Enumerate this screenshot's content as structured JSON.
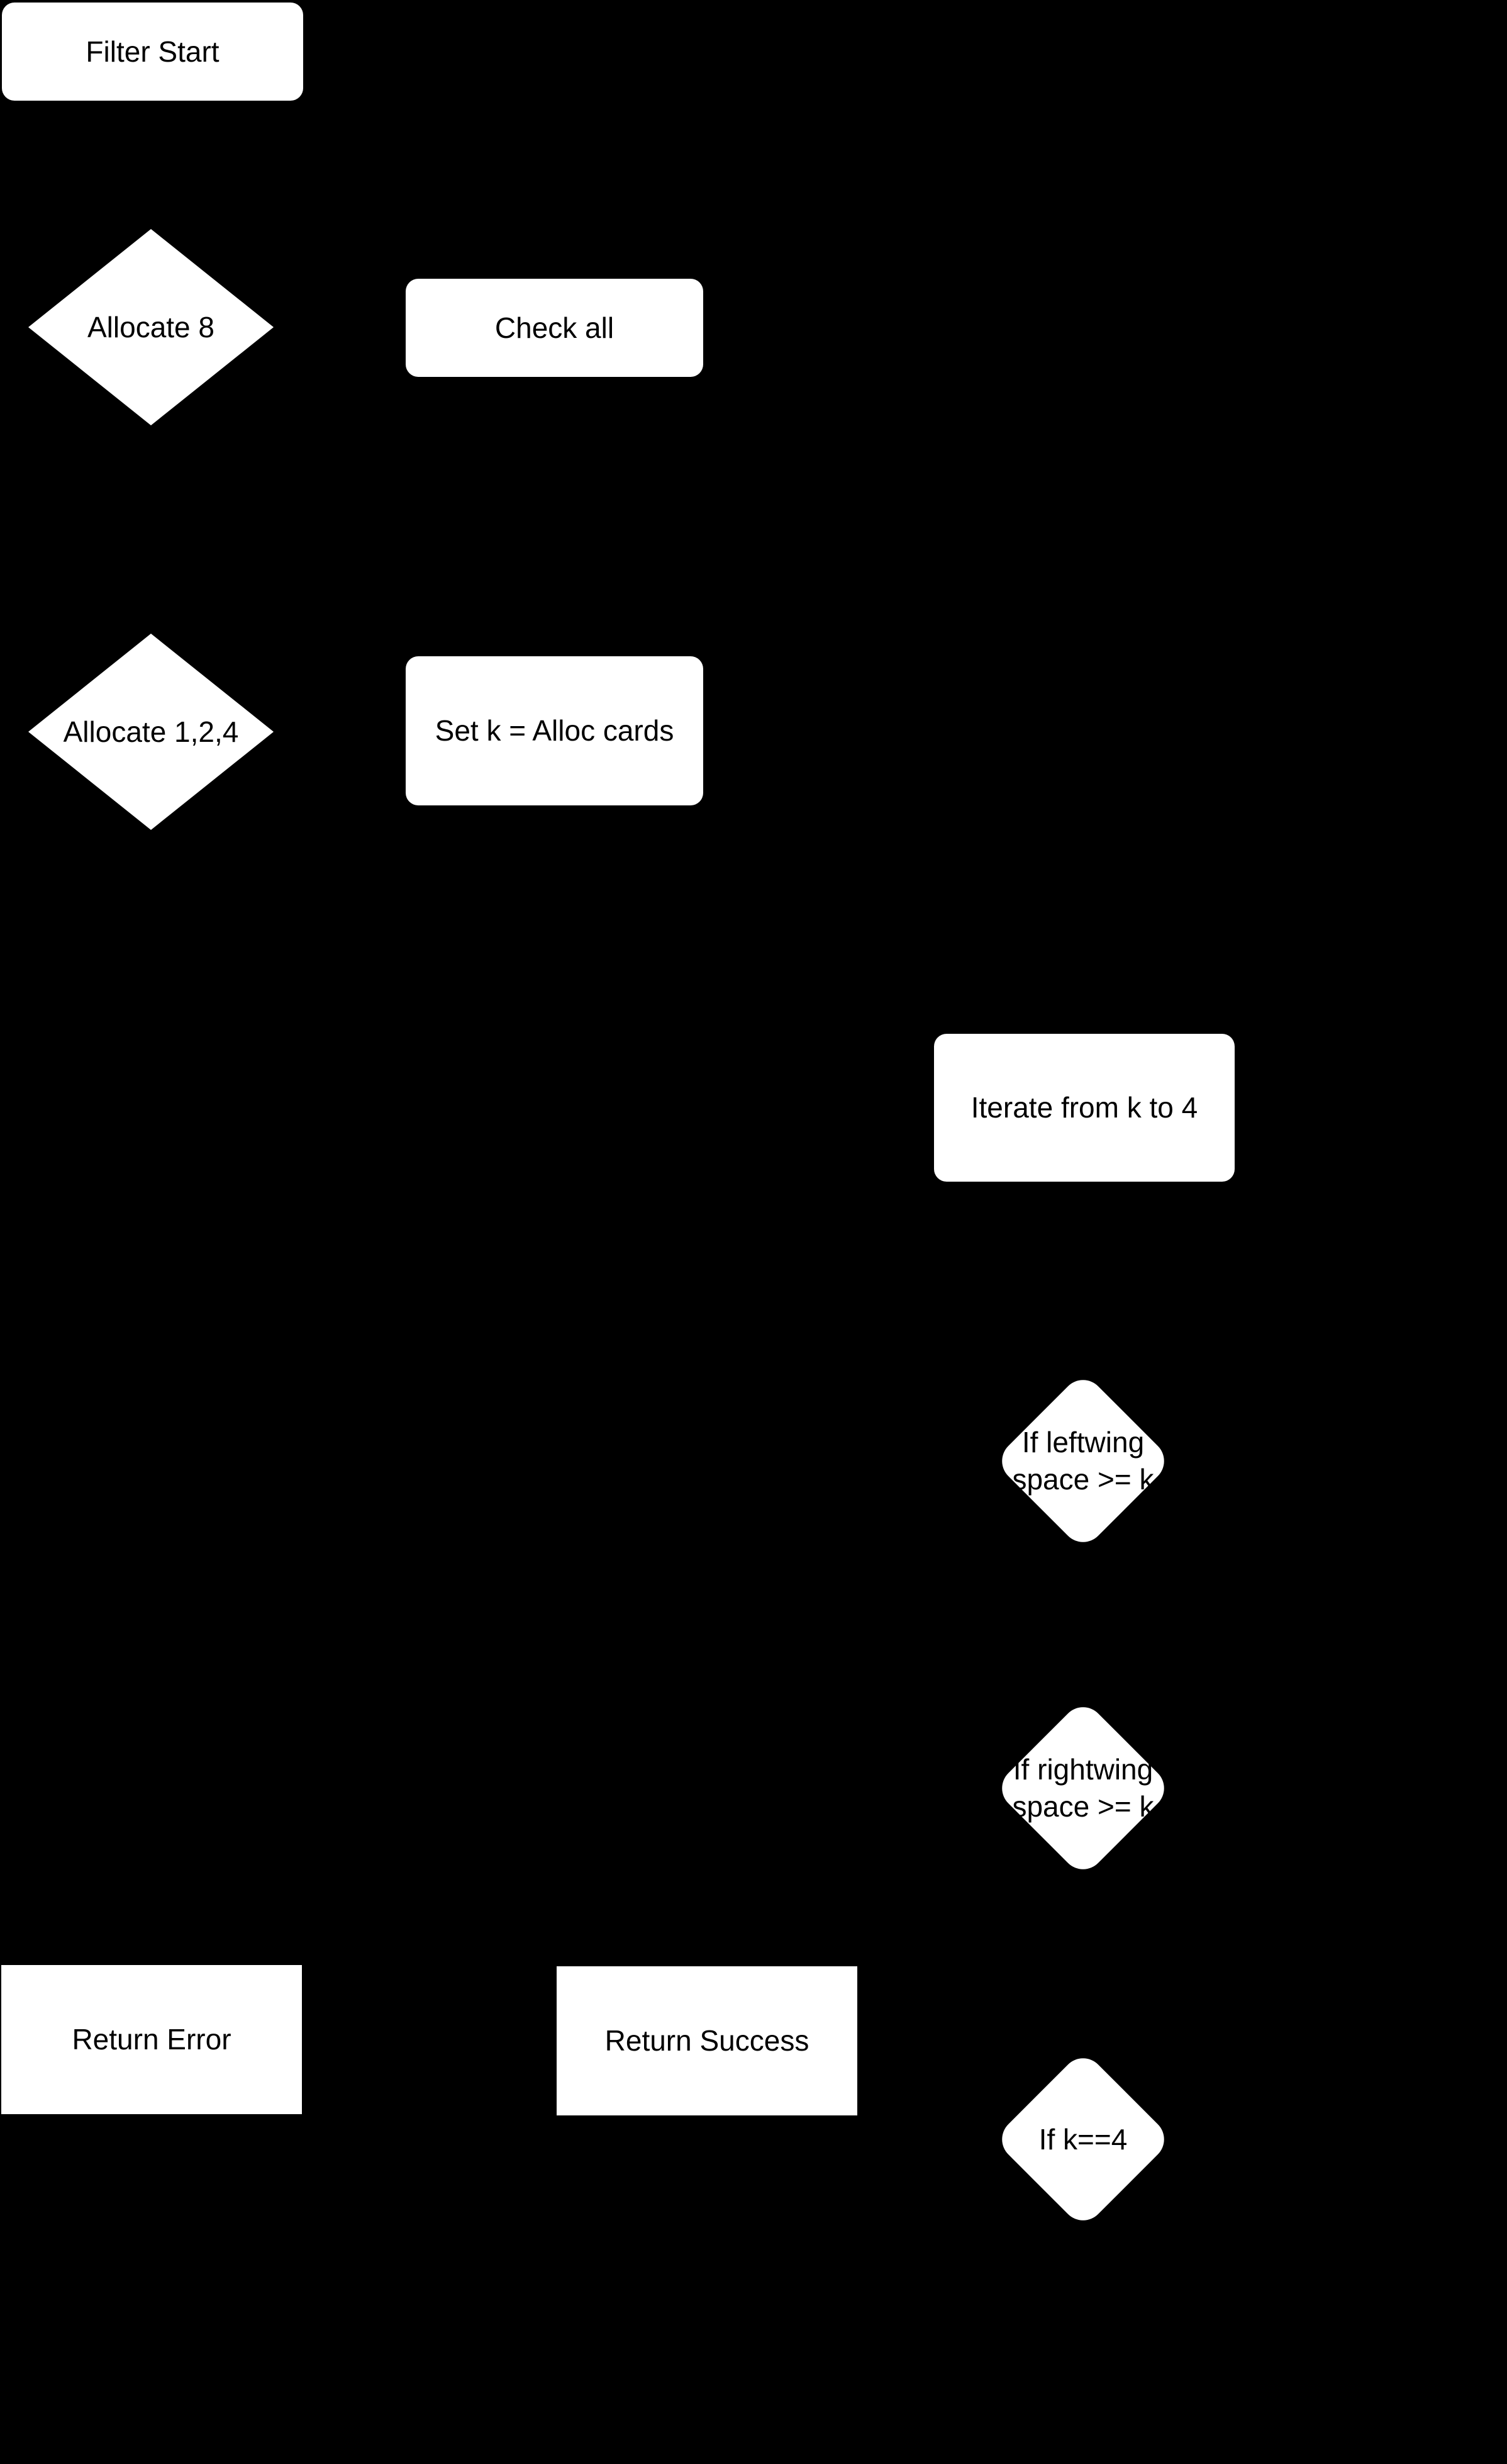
{
  "diagram": {
    "type": "flowchart",
    "background_color": "#000000",
    "node_fill_color": "#ffffff",
    "node_text_color": "#000000",
    "nodes": {
      "start": {
        "label": "Filter Start",
        "shape": "rounded-rect"
      },
      "allocate8": {
        "label": "Allocate 8",
        "shape": "diamond"
      },
      "check_all": {
        "label": "Check all",
        "shape": "rounded-rect"
      },
      "allocate124": {
        "label": "Allocate 1,2,4",
        "shape": "diamond"
      },
      "set_k": {
        "label": "Set k = Alloc cards",
        "shape": "rounded-rect"
      },
      "iterate": {
        "label": "Iterate from k to 4",
        "shape": "rounded-rect"
      },
      "leftwing": {
        "label": "If leftwing space >= k",
        "line1": "If leftwing",
        "line2": "space >= k",
        "shape": "rounded-diamond"
      },
      "rightwing": {
        "label": "If rightwing space >= k",
        "line1": "If rightwing",
        "line2": "space >= k",
        "shape": "rounded-diamond"
      },
      "return_error": {
        "label": "Return Error",
        "shape": "rect"
      },
      "return_success": {
        "label": "Return Success",
        "shape": "rect"
      },
      "k_equals_4": {
        "label": "If k==4",
        "shape": "rounded-diamond"
      }
    }
  }
}
